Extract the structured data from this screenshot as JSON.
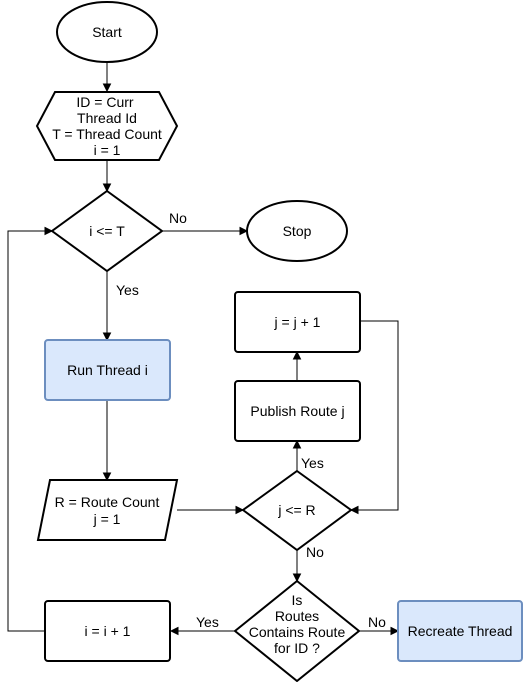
{
  "nodes": {
    "start": "Start",
    "init": [
      "ID = Curr",
      "Thread Id",
      "T = Thread Count",
      "i = 1"
    ],
    "cond_i": "i <= T",
    "stop": "Stop",
    "run_thread": "Run Thread i",
    "route_init": [
      "R = Route Count",
      "j = 1"
    ],
    "cond_j": "j <= R",
    "publish": "Publish Route j",
    "inc_j": "j = j + 1",
    "contains": [
      "Is",
      "Routes",
      "Contains Route",
      "for ID ?"
    ],
    "inc_i": "i = i + 1",
    "recreate": "Recreate Thread"
  },
  "edge_labels": {
    "cond_i_no": "No",
    "cond_i_yes": "Yes",
    "cond_j_yes": "Yes",
    "cond_j_no": "No",
    "contains_yes": "Yes",
    "contains_no": "No"
  },
  "colors": {
    "highlight_fill": "#dae8fc",
    "highlight_stroke": "#6c8ebf"
  }
}
